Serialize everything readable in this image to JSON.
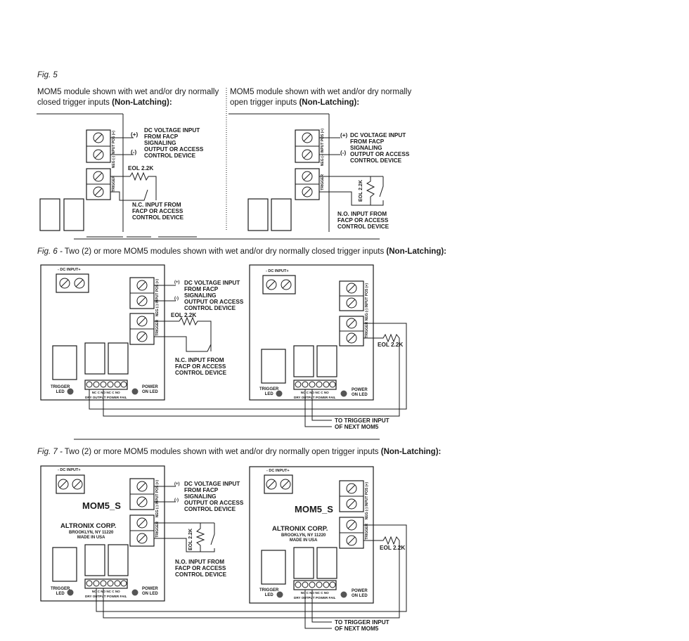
{
  "fig5": {
    "number": "Fig. 5",
    "left_caption_1": "MOM5 module shown with wet and/or dry normally",
    "left_caption_2a": "closed trigger inputs ",
    "left_caption_2b": "(Non-Latching):",
    "right_caption_1": "MOM5 module shown with wet and/or dry normally",
    "right_caption_2a": "open trigger inputs ",
    "right_caption_2b": "(Non-Latching):"
  },
  "fig6": {
    "number": "Fig. 6 -",
    "caption_a": "Two (2) or more MOM5 modules shown with wet and/or dry normally closed trigger inputs ",
    "caption_b": "(Non-Latching):"
  },
  "fig7": {
    "number": "Fig. 7 -",
    "caption_a": "Two (2) or more MOM5 modules shown with wet and/or dry normally open trigger inputs ",
    "caption_b": "(Non-Latching):"
  },
  "labels": {
    "plus": "(+)",
    "minus": "(-)",
    "dc_voltage_input": "DC VOLTAGE INPUT",
    "from_facp": "FROM FACP",
    "signaling": "SIGNALING",
    "output_or_access": "OUTPUT OR ACCESS",
    "control_device": "CONTROL DEVICE",
    "eol": "EOL 2.2K",
    "nc_input_from": "N.C. INPUT FROM",
    "no_input_from": "N.O. INPUT FROM",
    "facp_or_access": "FACP OR ACCESS",
    "dc_input": "- DC INPUT+",
    "trigger_led_1": "TRIGGER",
    "trigger_led_2": "LED",
    "power_led_1": "POWER",
    "power_led_2": "ON LED",
    "relay_row_1": "NC  C  NO  NC  C  NO",
    "relay_row_2": "DRY OUTPUT  POWER FAIL",
    "to_trigger_input": "TO TRIGGER INPUT",
    "of_next_mom5": "OF NEXT MOM5",
    "neg_input_pos": "NEG (-) INPUT POS (+)",
    "trigger_vert": "TRIGGER",
    "model": "MOM5_S",
    "company": "ALTRONIX CORP.",
    "address": "BROOKLYN, NY 11220",
    "made_in": "MADE IN USA"
  }
}
